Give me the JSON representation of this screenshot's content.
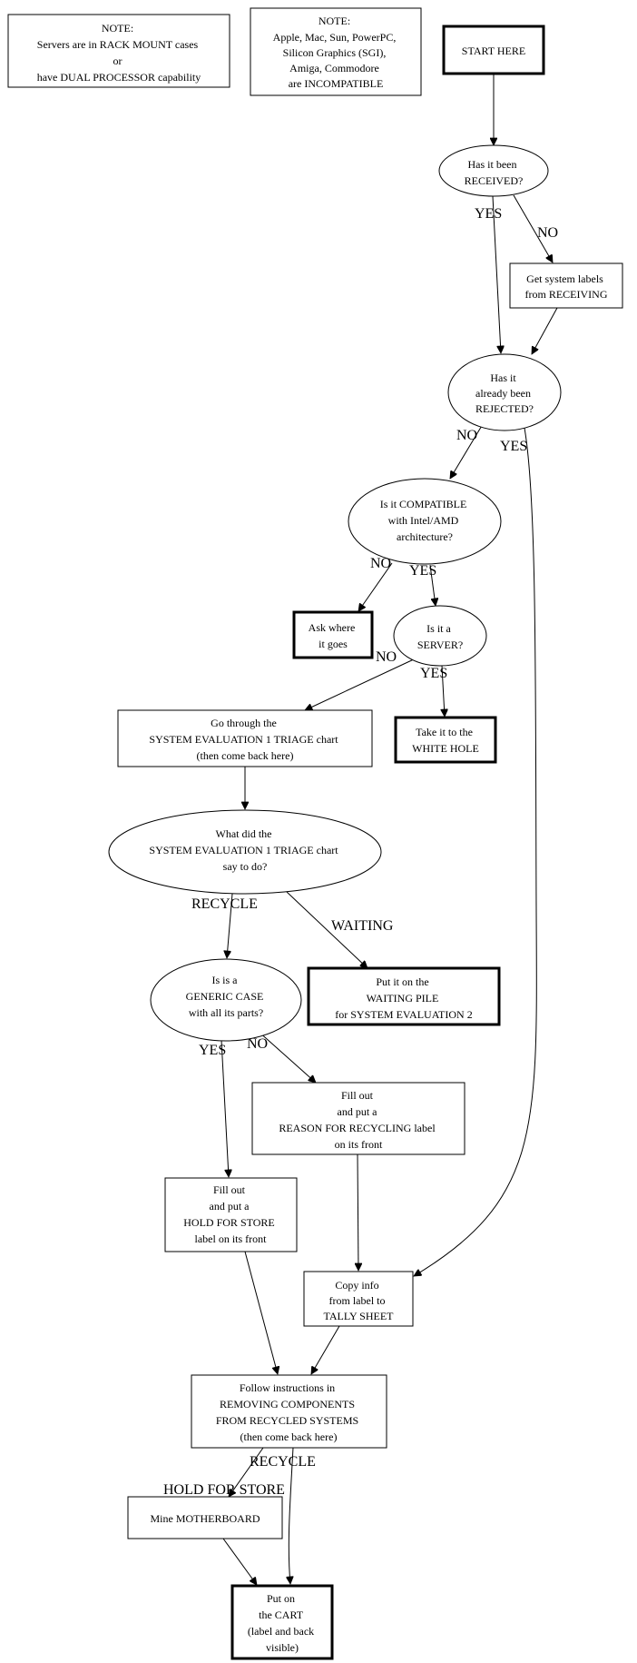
{
  "nodes": {
    "note_servers": [
      "NOTE:",
      "Servers are in RACK MOUNT cases",
      "or",
      "have DUAL PROCESSOR capability"
    ],
    "note_incompatible": [
      "NOTE:",
      "Apple, Mac, Sun, PowerPC,",
      "Silicon Graphics (SGI),",
      "Amiga, Commodore",
      "are INCOMPATIBLE"
    ],
    "start": [
      "START HERE"
    ],
    "received": [
      "Has it been",
      "RECEIVED?"
    ],
    "get_labels": [
      "Get system labels",
      "from RECEIVING"
    ],
    "rejected": [
      "Has it",
      "already been",
      "REJECTED?"
    ],
    "compatible": [
      "Is it COMPATIBLE",
      "with Intel/AMD",
      "architecture?"
    ],
    "ask_where": [
      "Ask where",
      "it goes"
    ],
    "server": [
      "Is it a",
      "SERVER?"
    ],
    "triage": [
      "Go through the",
      "SYSTEM EVALUATION 1 TRIAGE chart",
      "(then come back here)"
    ],
    "white_hole": [
      "Take it to the",
      "WHITE HOLE"
    ],
    "what_did": [
      "What did the",
      "SYSTEM EVALUATION 1 TRIAGE chart",
      "say to do?"
    ],
    "generic": [
      "Is is a",
      "GENERIC CASE",
      "with all its parts?"
    ],
    "waiting": [
      "Put it on the",
      "WAITING PILE",
      "for SYSTEM EVALUATION 2"
    ],
    "reason": [
      "Fill out",
      "and put a",
      "REASON FOR RECYCLING label",
      "on its front"
    ],
    "hold": [
      "Fill out",
      "and put a",
      "HOLD FOR STORE",
      "label on its front"
    ],
    "copy": [
      "Copy info",
      "from label to",
      "TALLY SHEET"
    ],
    "follow": [
      "Follow instructions in",
      "REMOVING COMPONENTS",
      "FROM RECYCLED SYSTEMS",
      "(then come back here)"
    ],
    "mine": [
      "Mine MOTHERBOARD"
    ],
    "cart": [
      "Put on",
      "the CART",
      "(label and back",
      "visible)"
    ]
  },
  "edge_labels": {
    "received_yes": "YES",
    "received_no": "NO",
    "rejected_no": "NO",
    "rejected_yes": "YES",
    "compatible_no": "NO",
    "compatible_yes": "YES",
    "server_no": "NO",
    "server_yes": "YES",
    "what_recycle": "RECYCLE",
    "what_waiting": "WAITING",
    "generic_yes": "YES",
    "generic_no": "NO",
    "follow_recycle": "RECYCLE",
    "follow_hold": "HOLD FOR STORE"
  }
}
